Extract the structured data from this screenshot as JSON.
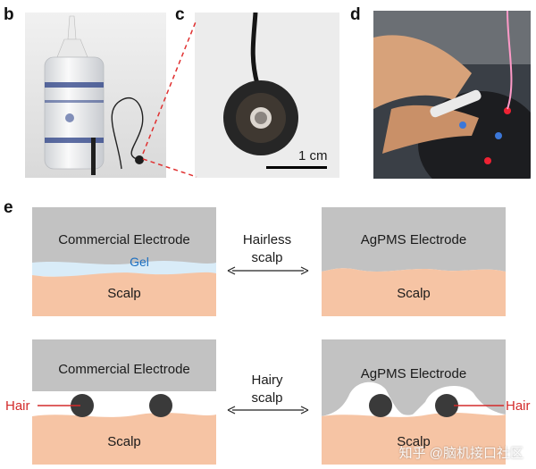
{
  "panels": {
    "b": "b",
    "c": "c",
    "d": "d",
    "e": "e"
  },
  "scale_bar": "1 cm",
  "diagrams": {
    "top_left": {
      "electrode": "Commercial Electrode",
      "gel": "Gel",
      "scalp": "Scalp"
    },
    "top_mid": {
      "line1": "Hairless",
      "line2": "scalp"
    },
    "top_right": {
      "electrode": "AgPMS Electrode",
      "scalp": "Scalp"
    },
    "bot_left": {
      "electrode": "Commercial Electrode",
      "hair": "Hair",
      "scalp": "Scalp"
    },
    "bot_mid": {
      "line1": "Hairy",
      "line2": "scalp"
    },
    "bot_right": {
      "electrode": "AgPMS Electrode",
      "hair": "Hair",
      "scalp": "Scalp"
    }
  },
  "watermark": "知乎 @脑机接口社区",
  "colors": {
    "electrode_gray": "#c2c2c2",
    "scalp_peach": "#f6c4a4",
    "gel_blue": "#1b6fc1",
    "hair_red": "#d32b2b",
    "hair_ball": "#3a3a3a"
  }
}
